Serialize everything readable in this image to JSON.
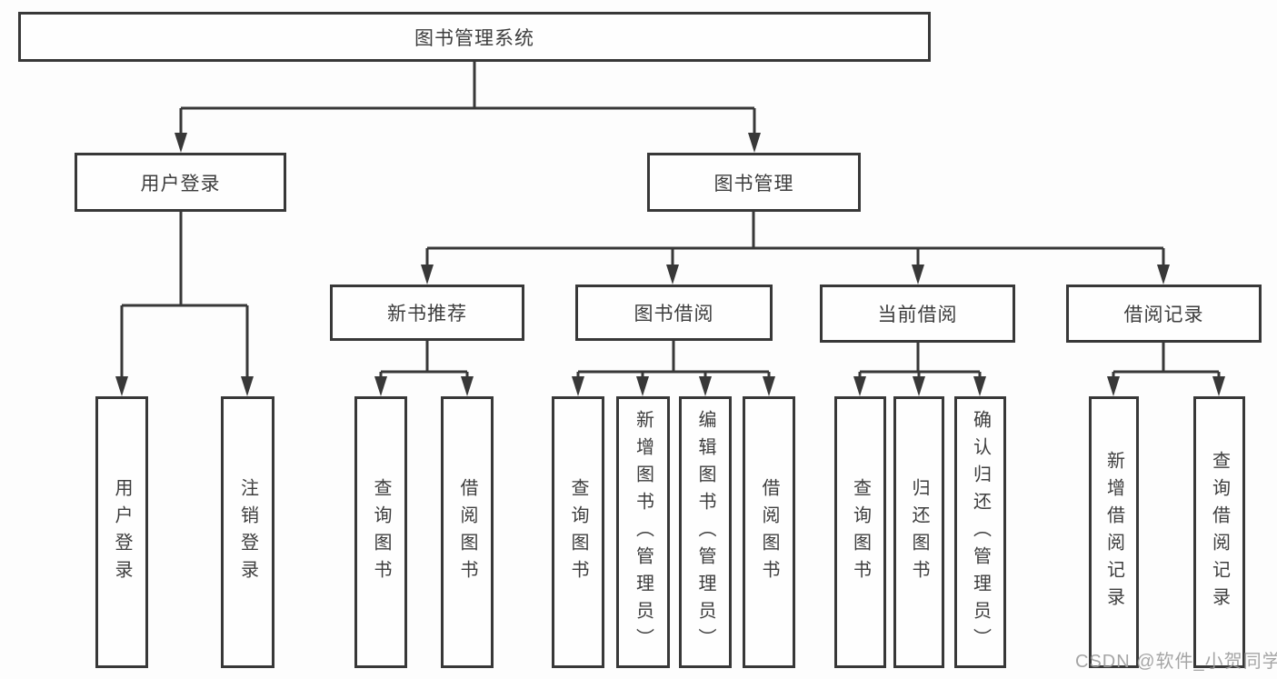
{
  "diagram": {
    "root": "图书管理系统",
    "branches": [
      {
        "label": "用户登录",
        "children": [
          "用户登录",
          "注销登录"
        ]
      },
      {
        "label": "图书管理",
        "children": [
          {
            "label": "新书推荐",
            "children": [
              "查询图书",
              "借阅图书"
            ]
          },
          {
            "label": "图书借阅",
            "children": [
              "查询图书",
              "新增图书（管理员）",
              "编辑图书（管理员）",
              "借阅图书"
            ]
          },
          {
            "label": "当前借阅",
            "children": [
              "查询图书",
              "归还图书",
              "确认归还（管理员）"
            ]
          },
          {
            "label": "借阅记录",
            "children": [
              "新增借阅记录",
              "查询借阅记录"
            ]
          }
        ]
      }
    ]
  },
  "watermark": "CSDN @软件_小贺同学",
  "colors": {
    "line": "#383838",
    "text": "#3d3d3d",
    "box_fill": "#fefefe",
    "background": "#fdfdfd",
    "watermark": "#9c9c9c"
  }
}
